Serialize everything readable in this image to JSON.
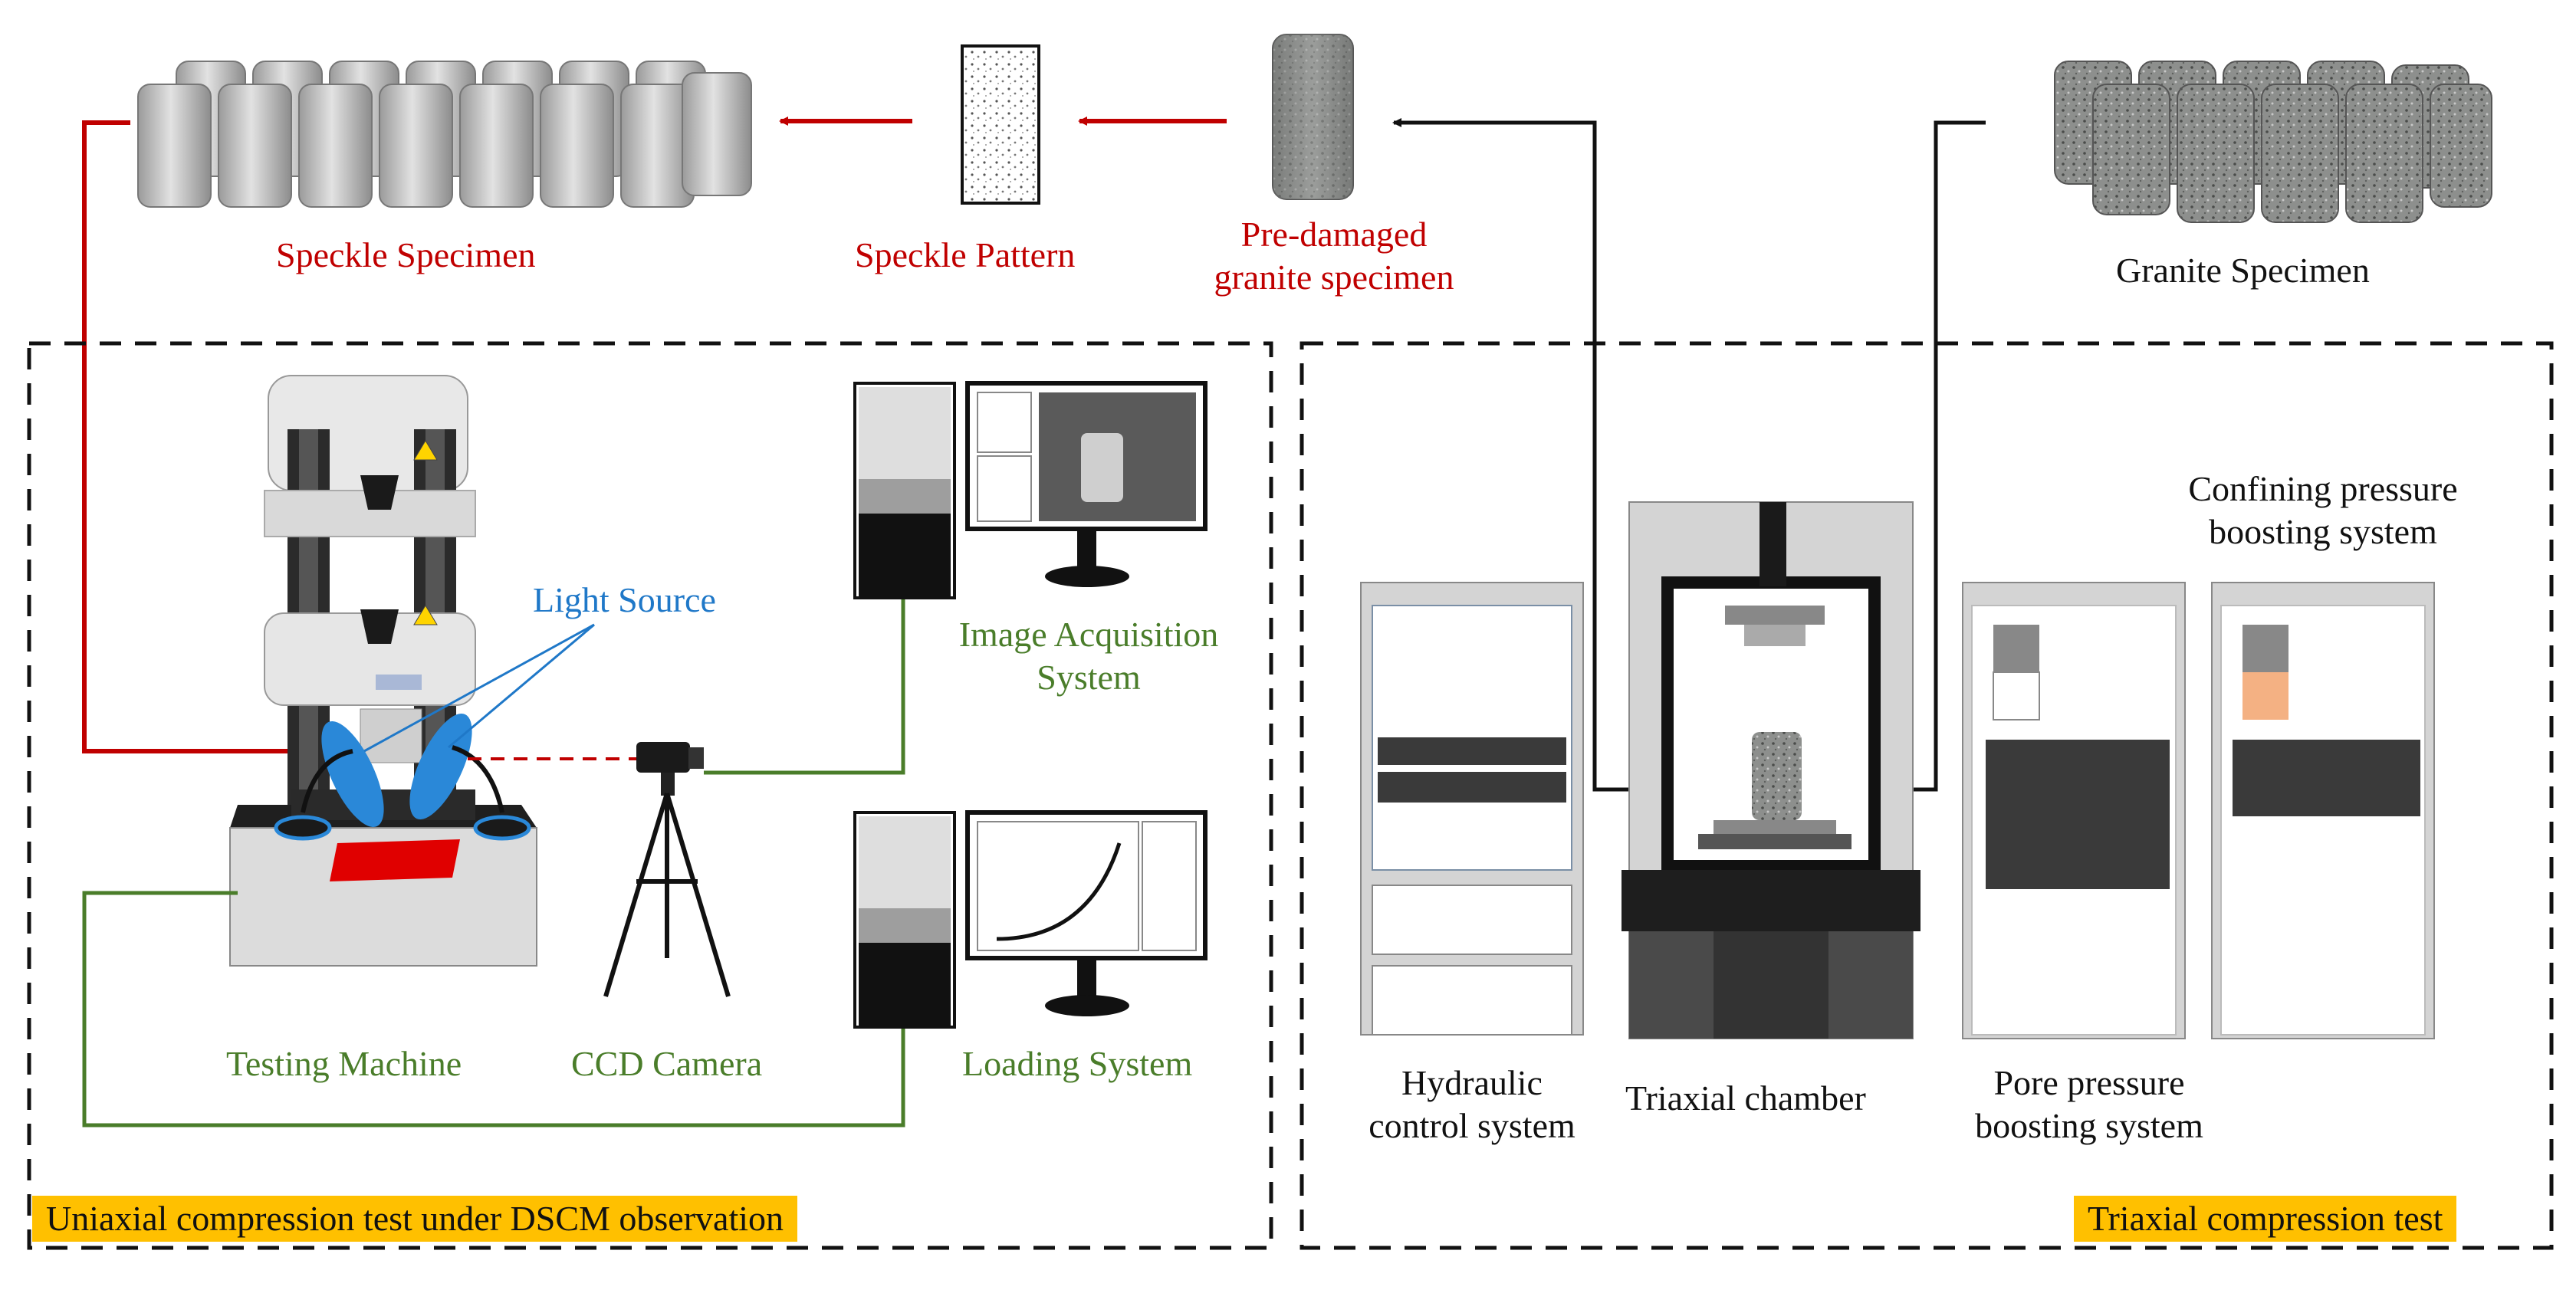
{
  "labels": {
    "speckle_specimen": "Speckle Specimen",
    "speckle_pattern": "Speckle Pattern",
    "pre_damaged_line1": "Pre-damaged",
    "pre_damaged_line2": "granite specimen",
    "granite_specimen": "Granite Specimen",
    "light_source": "Light Source",
    "image_acq_line1": "Image Acquisition",
    "image_acq_line2": "System",
    "testing_machine": "Testing Machine",
    "ccd_camera": "CCD Camera",
    "loading_system": "Loading System",
    "hydraulic_line1": "Hydraulic",
    "hydraulic_line2": "control system",
    "triaxial_chamber": "Triaxial chamber",
    "pore_line1": "Pore pressure",
    "pore_line2": "boosting system",
    "confining_line1": "Confining pressure",
    "confining_line2": "boosting system"
  },
  "badges": {
    "uniaxial": "Uniaxial compression test under DSCM observation",
    "triaxial": "Triaxial compression test"
  },
  "colors": {
    "red_flow": "#c00000",
    "green_wire": "#4a7d2a",
    "blue_label": "#1f78c8",
    "badge_bg": "#ffc000",
    "specimen_grey": "#8a8c8a",
    "panel_dark": "#3a3a3a"
  }
}
